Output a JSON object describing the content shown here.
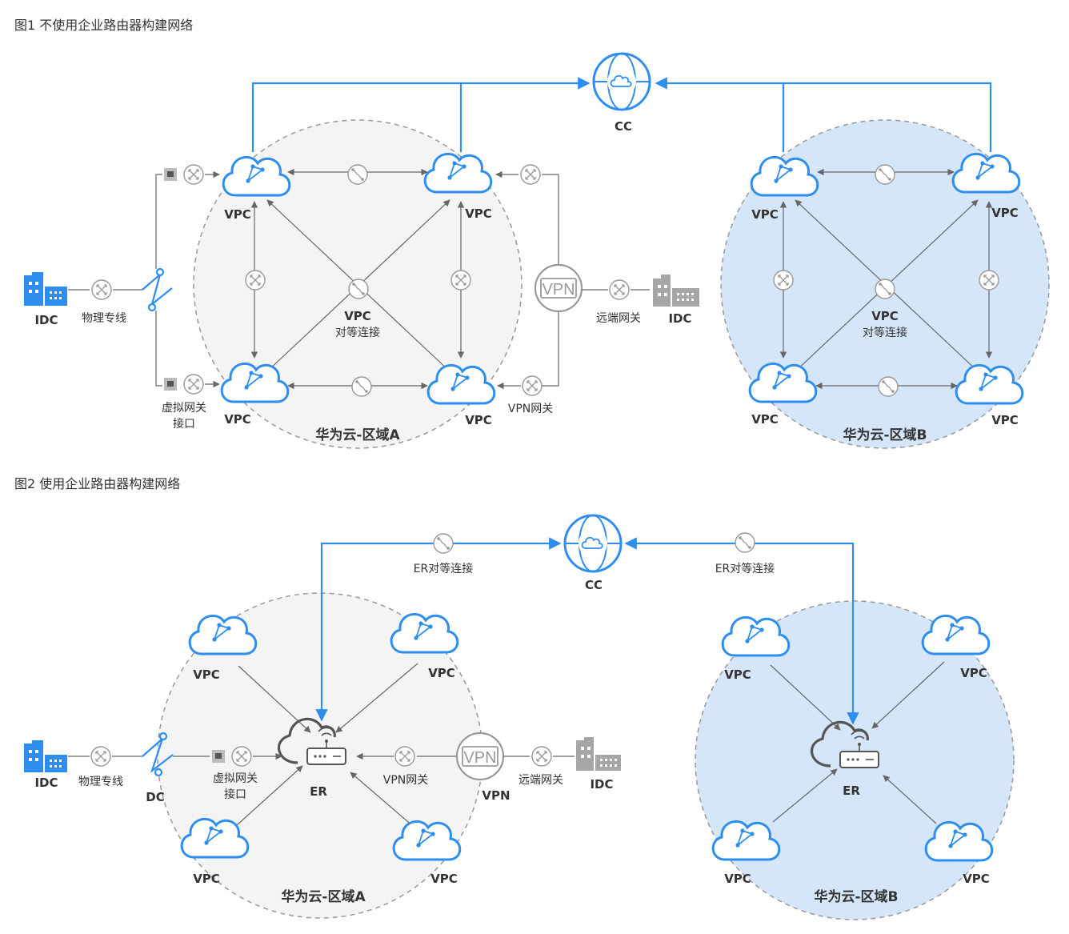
{
  "colors": {
    "accent": "#2e8ef0",
    "line": "#888888",
    "region_a_fill": "#f4f4f4",
    "region_b_fill": "#d4e6f8",
    "idc_blue": "#2e8ef0",
    "idc_gray": "#a6a6a6"
  },
  "figure1": {
    "title": "图1 不使用企业路由器构建网络",
    "cc": "CC",
    "vpc": "VPC",
    "peering_line1": "VPC",
    "peering_line2": "对等连接",
    "idc": "IDC",
    "physical_line": "物理专线",
    "vif_line1": "虚拟网关",
    "vif_line2": "接口",
    "vpn_icon": "VPN",
    "remote_gateway": "远端网关",
    "vpn_gateway": "VPN网关",
    "region_a": "华为云-区域A",
    "region_b": "华为云-区域B"
  },
  "figure2": {
    "title": "图2 使用企业路由器构建网络",
    "cc": "CC",
    "er_peering_left": "ER对等连接",
    "er_peering_right": "ER对等连接",
    "vpc": "VPC",
    "er": "ER",
    "idc": "IDC",
    "physical_line": "物理专线",
    "dc": "DC",
    "vif_line1": "虚拟网关",
    "vif_line2": "接口",
    "vpn_gateway": "VPN网关",
    "vpn": "VPN",
    "vpn_icon": "VPN",
    "remote_gateway": "远端网关",
    "region_a": "华为云-区域A",
    "region_b": "华为云-区域B"
  }
}
